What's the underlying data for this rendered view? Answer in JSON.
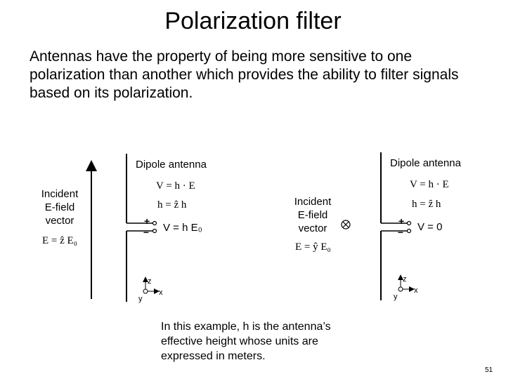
{
  "slide": {
    "title": "Polarization filter",
    "body": "Antennas have the property of being more sensitive to one polarization than another which provides the ability to filter signals based on its polarization.",
    "note": "In this example, h is the antenna’s effective height whose units are expressed in meters.",
    "number": "51"
  },
  "left_panel": {
    "incident_label_lines": [
      "Incident",
      "E-field",
      "vector"
    ],
    "incident_equation": "E = ẑ E₀",
    "antenna_label": "Dipole antenna",
    "voltage_equation": "V = h · E",
    "height_equation": "h = ẑ h",
    "plus_sign": "+",
    "minus_sign": "–",
    "output": "V = h E₀",
    "axis_z": "z",
    "axis_x": "x",
    "axis_y": "y"
  },
  "right_panel": {
    "incident_label_lines": [
      "Incident",
      "E-field",
      "vector"
    ],
    "incident_equation": "E = ŷ E₀",
    "antenna_label": "Dipole antenna",
    "voltage_equation": "V = h · E",
    "height_equation": "h = ẑ h",
    "plus_sign": "+",
    "minus_sign": "–",
    "output": "V = 0",
    "axis_z": "z",
    "axis_x": "x",
    "axis_y": "y"
  }
}
